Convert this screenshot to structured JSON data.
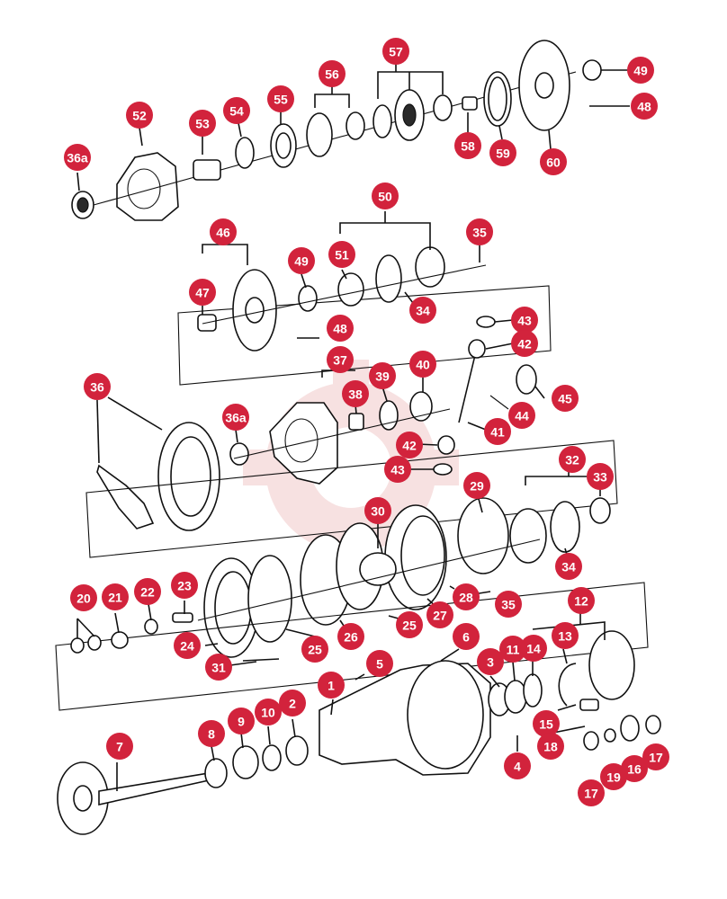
{
  "colors": {
    "badge": "#d2233c",
    "badge_text": "#ffffff",
    "lines": "#111111",
    "watermark": "#f2c9c9"
  },
  "callouts": {
    "c1": "1",
    "c2": "2",
    "c3": "3",
    "c4": "4",
    "c5": "5",
    "c6": "6",
    "c7": "7",
    "c8": "8",
    "c9": "9",
    "c10": "10",
    "c11": "11",
    "c12": "12",
    "c13": "13",
    "c14": "14",
    "c15": "15",
    "c16": "16",
    "c17a": "17",
    "c17b": "17",
    "c18": "18",
    "c19": "19",
    "c20": "20",
    "c21": "21",
    "c22": "22",
    "c23": "23",
    "c24": "24",
    "c25a": "25",
    "c25b": "25",
    "c26": "26",
    "c27": "27",
    "c28": "28",
    "c29": "29",
    "c30": "30",
    "c31": "31",
    "c32": "32",
    "c33": "33",
    "c34a": "34",
    "c34b": "34",
    "c35a": "35",
    "c35b": "35",
    "c36": "36",
    "c36a_1": "36a",
    "c36a_2": "36a",
    "c37": "37",
    "c38": "38",
    "c39": "39",
    "c40": "40",
    "c41": "41",
    "c42a": "42",
    "c42b": "42",
    "c43a": "43",
    "c43b": "43",
    "c44": "44",
    "c45": "45",
    "c46": "46",
    "c47": "47",
    "c48a": "48",
    "c48b": "48",
    "c49a": "49",
    "c49b": "49",
    "c50": "50",
    "c51": "51",
    "c52": "52",
    "c53": "53",
    "c54": "54",
    "c55": "55",
    "c56": "56",
    "c57": "57",
    "c58": "58",
    "c59": "59",
    "c60": "60"
  }
}
